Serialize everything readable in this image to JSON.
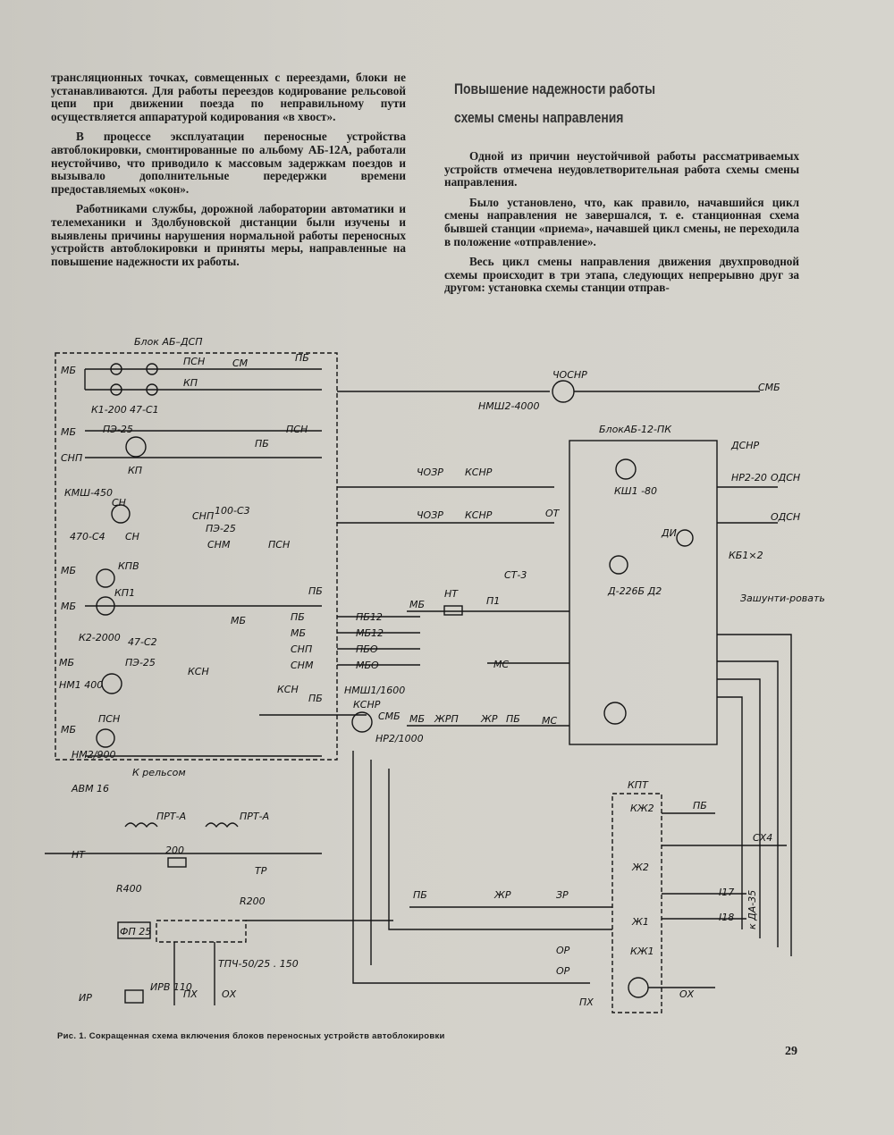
{
  "article": {
    "left_paragraphs": [
      "трансляционных точках, совмещенных с переездами, блоки не устанавливаются. Для работы переездов кодирование рельсовой цепи при движении поезда по неправильному пути осуществляется аппаратурой кодирования «в хвост».",
      "В процессе эксплуатации переносные устройства автоблокировки, смонтированные по альбому АБ-12А, работали неустойчиво, что приводило к массовым задержкам поездов и вызывало дополнительные передержки времени предоставляемых «окон».",
      "Работниками службы, дорожной лаборатории автоматики и телемеханики и Здолбуновской дистанции были изучены и выявлены причины нарушения нормальной работы переносных устройств автоблокировки и приняты меры, направленные на повышение надежности их работы."
    ],
    "heading": "Повышение надежности работы схемы смены направления",
    "right_paragraphs": [
      "Одной из причин неустойчивой работы рассматриваемых устройств отмечена неудовлетворительная работа схемы смены направления.",
      "Было установлено, что, как правило, начавшийся цикл смены направления не завершался, т. е. станционная схема бывшей станции «приема», начавшей цикл смены, не переходила в положение «отправление».",
      "Весь цикл смены направления движения двухпроводной схемы происходит в три этапа, следующих непрерывно друг за другом: установка схемы станции отправ-"
    ],
    "caption": "Рис. 1. Сокращенная схема включения блоков переносных устройств автоблокировки",
    "page_number": "29"
  },
  "schematic": {
    "labels": {
      "block_ab_dsp": "Блок АБ–ДСП",
      "block_ab12pk": "БлокАБ-12-ПК",
      "to_rails": "К рельсом",
      "kpt": "КПТ",
      "zashuntirovat": "Зашунти-ровать",
      "mb": "МБ",
      "snp": "СНП",
      "pb": "ПБ",
      "snm": "СНМ",
      "smb": "СМБ",
      "nmsh2_4000": "НМШ2-4000",
      "chosnr": "ЧОСНР",
      "kshm450": "КМШ-450",
      "k1_200": "К1-200",
      "c47_c1": "47-С1",
      "pe25": "ПЭ-25",
      "kp": "КП",
      "psn": "ПСН",
      "sm": "СМ",
      "kpv": "КПВ",
      "kp1": "КП1",
      "k2_2000": "К2-2000",
      "c47_c2": "47-С2",
      "nm1_400": "НМ1 400",
      "nm2_900": "НМ2/900",
      "c470_c4": "470-С4",
      "c100_c3": "100-С3",
      "sn": "СН",
      "ksn": "КСН",
      "pb12": "ПБ12",
      "mb12": "МБ12",
      "pbo": "ПБО",
      "mbo": "МБО",
      "nmsh1_1600": "НМШ1/1600",
      "ksnr": "КСНР",
      "chozr": "ЧОЗР",
      "chozr2": "ЧОЗР",
      "ksnr2": "КСНР",
      "dsnr": "ДСНР",
      "nr2_20": "НР2-20",
      "odsn": "ОДСН",
      "odsn2": "ОДСН",
      "ksh1_80": "КШ1 -80",
      "di": "ДИ",
      "kb1x2": "КБ1×2",
      "d226b": "Д-226Б Д2",
      "st3": "СТ-3",
      "ot": "ОТ",
      "nt": "НТ",
      "p1": "П1",
      "ms": "МС",
      "ms2": "МС",
      "zhrp": "ЖРП",
      "zhr": "ЖР",
      "nr2_1000": "НР2/1000",
      "abm16": "АВМ 16",
      "prt_a": "ПРТ-А",
      "prt_a2": "ПРТ-А",
      "tr": "ТР",
      "r200": "R200",
      "r400": "R400",
      "fp25": "ФП 25",
      "tpch": "ТПЧ-50/25 . 150",
      "ir": "ИР",
      "irv": "ИРВ 110",
      "px": "ПХ",
      "ox": "ОХ",
      "px2": "ПХ",
      "ox2": "ОХ",
      "kzh2": "КЖ2",
      "zh2": "Ж2",
      "zh1": "Ж1",
      "kzh1": "КЖ1",
      "sx4": "СХ4",
      "zhr2": "ЖР",
      "zr": "ЗР",
      "or1": "ОР",
      "or2": "ОР",
      "k_da35": "к ДА-35",
      "i17": "I17",
      "i18": "I18",
      "c200": "200"
    }
  }
}
